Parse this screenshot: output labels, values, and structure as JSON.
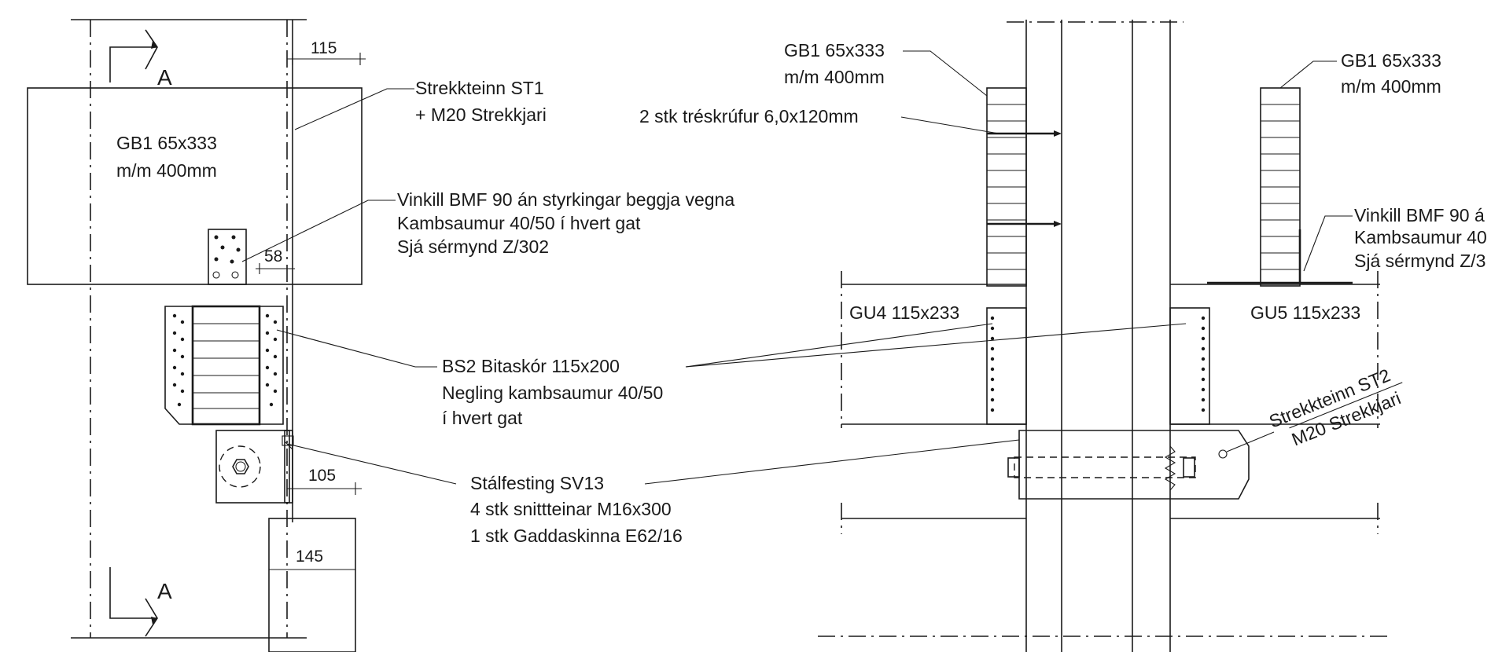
{
  "left_view": {
    "section_marks": [
      "A",
      "A"
    ],
    "beam_label": [
      "GB1 65x333",
      "m/m 400mm"
    ],
    "tie_label": [
      "Strekkteinn ST1",
      "+ M20 Strekkjari"
    ],
    "angle_label": [
      "Vinkill BMF 90 án styrkingar beggja vegna",
      "Kambsaumur 40/50 í hvert gat",
      "Sjá sérmynd Z/302"
    ],
    "hanger_label": [
      "BS2 Bitaskór 115x200",
      "Negling kambsaumur 40/50",
      "í hvert gat"
    ],
    "bracket_label": [
      "Stálfesting SV13",
      "4 stk snittteinar M16x300",
      "1 stk Gaddaskinna E62/16"
    ],
    "dims": {
      "d115": "115",
      "d58": "58",
      "d105": "105",
      "d145": "145"
    }
  },
  "right_view": {
    "beam_left_label": [
      "GB1 65x333",
      "m/m 400mm"
    ],
    "screw_label": "2 stk tréskrúfur 6,0x120mm",
    "beam_right_label": [
      "GB1 65x333",
      "m/m 400mm"
    ],
    "angle_label_cut": [
      "Vinkill BMF 90 á",
      "Kambsaumur 40",
      "Sjá sérmynd Z/3"
    ],
    "gu4_label": "GU4 115x233",
    "gu5_label": "GU5 115x233",
    "tie_label": [
      "Strekkteinn ST2",
      "M20 Strekkjari"
    ]
  }
}
